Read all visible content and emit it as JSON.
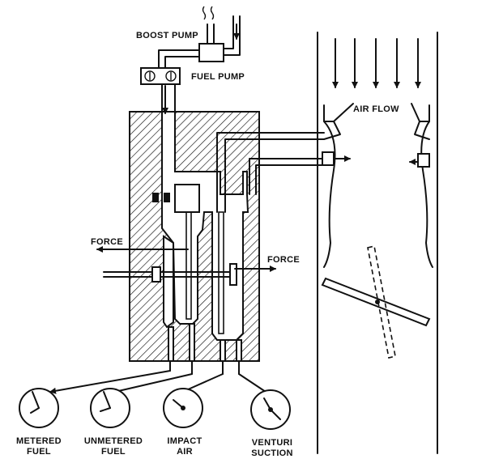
{
  "labels": {
    "boost_pump": "BOOST PUMP",
    "fuel_pump": "FUEL PUMP",
    "air_flow": "AIR FLOW",
    "force_left": "FORCE",
    "force_right": "FORCE"
  },
  "gauges": [
    {
      "line1": "METERED",
      "line2": "FUEL"
    },
    {
      "line1": "UNMETERED",
      "line2": "FUEL"
    },
    {
      "line1": "IMPACT",
      "line2": "AIR"
    },
    {
      "line1": "VENTURI",
      "line2": "SUCTION"
    }
  ]
}
